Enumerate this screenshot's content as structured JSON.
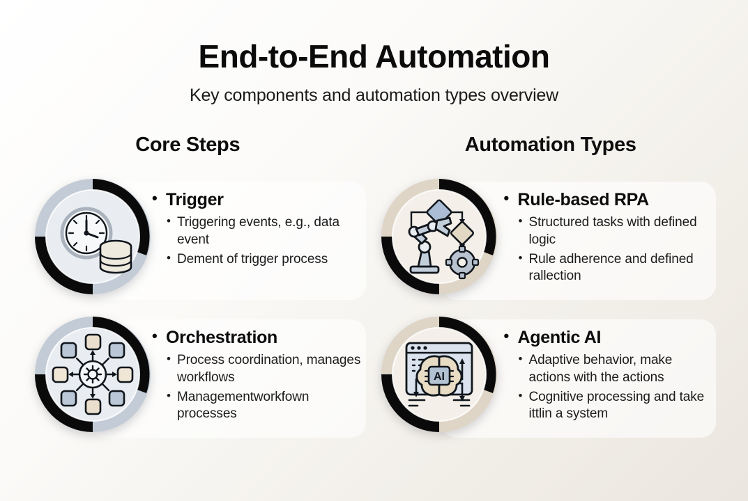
{
  "header": {
    "title": "End-to-End Automation",
    "subtitle": "Key components and automation types overview"
  },
  "colors": {
    "ring_dark": "#0a0a0a",
    "ring_blue": "#c3ccd6",
    "ring_beige": "#ded5c6",
    "badge_face_blue": "#e6ebf1",
    "badge_face_beige": "#f3efe8",
    "background_start": "#ffffff",
    "background_end": "#ebe6df",
    "text": "#111111"
  },
  "columns": [
    {
      "heading": "Core Steps",
      "cards": [
        {
          "icon": "clock-database-icon",
          "title": "Trigger",
          "bullets": [
            "Triggering events, e.g., data event",
            "Dement of trigger process"
          ]
        },
        {
          "icon": "orchestration-hub-icon",
          "title": "Orchestration",
          "bullets": [
            "Process coordination, manages workflows",
            "Managementworkfown processes"
          ]
        }
      ]
    },
    {
      "heading": "Automation Types",
      "cards": [
        {
          "icon": "robot-arm-flowchart-icon",
          "title": "Rule-based RPA",
          "bullets": [
            "Structured tasks with defined logic",
            "Rule adherence and defined rallection"
          ]
        },
        {
          "icon": "ai-brain-browser-icon",
          "title": "Agentic AI",
          "bullets": [
            "Adaptive behavior, make actions with the actions",
            "Cognitive processing and take ittlin a system"
          ]
        }
      ]
    }
  ]
}
